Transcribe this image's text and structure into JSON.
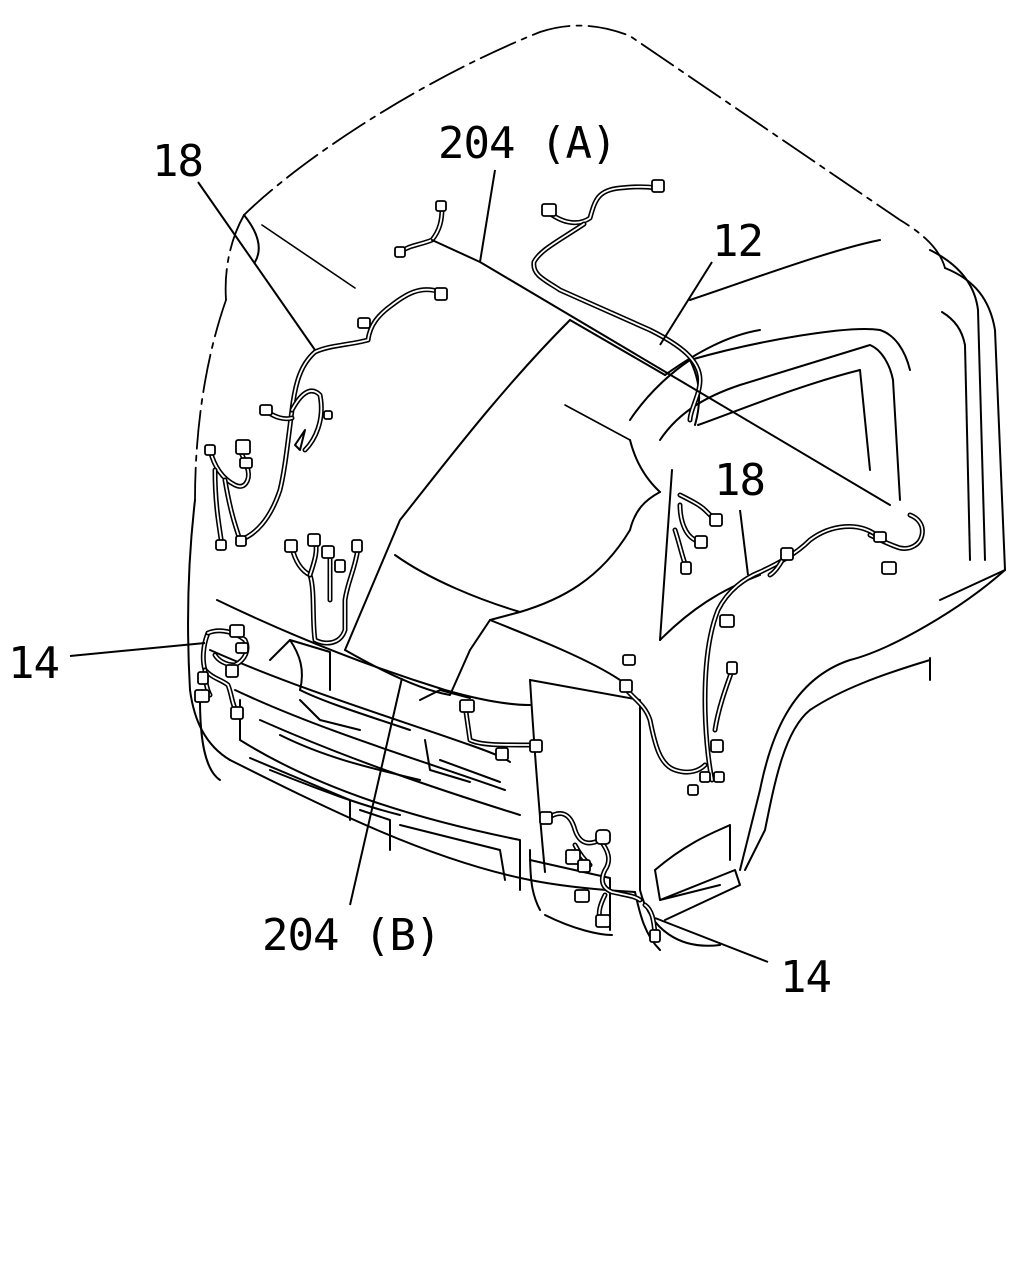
{
  "callouts": {
    "label_18_left": "18",
    "label_18_right": "18",
    "label_204a": "204 (A)",
    "label_204b": "204 (B)",
    "label_12": "12",
    "label_14_left": "14",
    "label_14_right": "14"
  }
}
